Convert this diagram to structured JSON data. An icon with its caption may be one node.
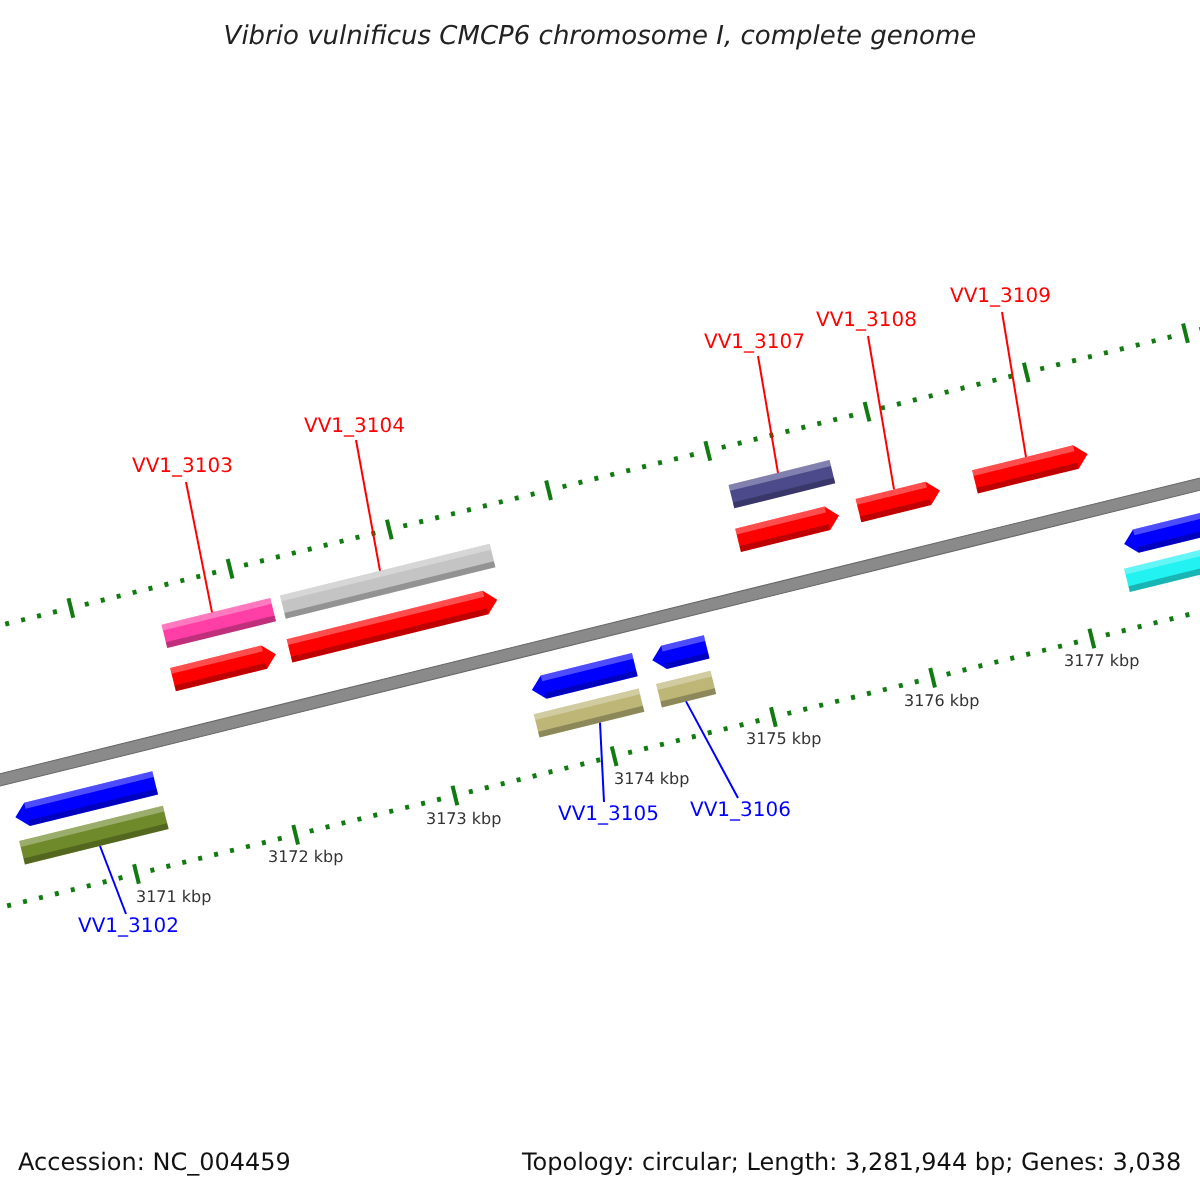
{
  "diagram": {
    "title": "Vibrio vulnificus CMCP6 chromosome I, complete genome",
    "nodes": [
      {
        "text": [
          "VV1_3103"
        ]
      },
      {
        "text": [
          "VV1_3104"
        ]
      },
      {
        "text": [
          "VV1_3107"
        ]
      },
      {
        "text": [
          "VV1_3108"
        ]
      },
      {
        "text": [
          "VV1_3109"
        ]
      },
      {
        "text": [
          "VV1_3102"
        ]
      },
      {
        "text": [
          "VV1_3105"
        ]
      },
      {
        "text": [
          "VV1_3106"
        ]
      },
      {
        "text": [],
        "shape": "arrow"
      },
      {
        "text": [],
        "shape": "bar"
      },
      {
        "text": [],
        "shape": "bar"
      },
      {
        "text": [],
        "shape": "arrow"
      },
      {
        "text": [],
        "shape": "bar"
      },
      {
        "text": [],
        "shape": "arrow"
      },
      {
        "text": [],
        "shape": "arrow"
      },
      {
        "text": [],
        "shape": "bar"
      },
      {
        "text": [],
        "shape": "arrow"
      },
      {
        "text": [],
        "shape": "bar"
      },
      {
        "text": [],
        "shape": "bar"
      },
      {
        "text": [],
        "shape": "arrow"
      },
      {
        "text": [],
        "shape": "arrow"
      },
      {
        "text": [],
        "shape": "arrow"
      },
      {
        "text": [],
        "shape": "arrow"
      },
      {
        "text": [],
        "shape": "bar"
      }
    ],
    "edges": [
      {
        "from": 0,
        "to": 10,
        "arrow": "none"
      },
      {
        "from": 1,
        "to": 12,
        "arrow": "none"
      },
      {
        "from": 2,
        "to": 18,
        "arrow": "none"
      },
      {
        "from": 3,
        "to": 20,
        "arrow": "none"
      },
      {
        "from": 4,
        "to": 21,
        "arrow": "none"
      },
      {
        "from": 5,
        "to": 9,
        "arrow": "none",
        "color": "#0000ff"
      },
      {
        "from": 6,
        "to": 15,
        "arrow": "none",
        "color": "#0000ff"
      },
      {
        "from": 7,
        "to": 17,
        "arrow": "none",
        "color": "#0000ff"
      }
    ],
    "labels": [
      "3171 kbp",
      "3172 kbp",
      "3173 kbp",
      "3174 kbp",
      "3175 kbp",
      "3176 kbp",
      "3177 kbp",
      "Accession: NC_004459",
      "Topology: circular; Length: 3,281,944 bp; Genes: 3,038"
    ]
  }
}
